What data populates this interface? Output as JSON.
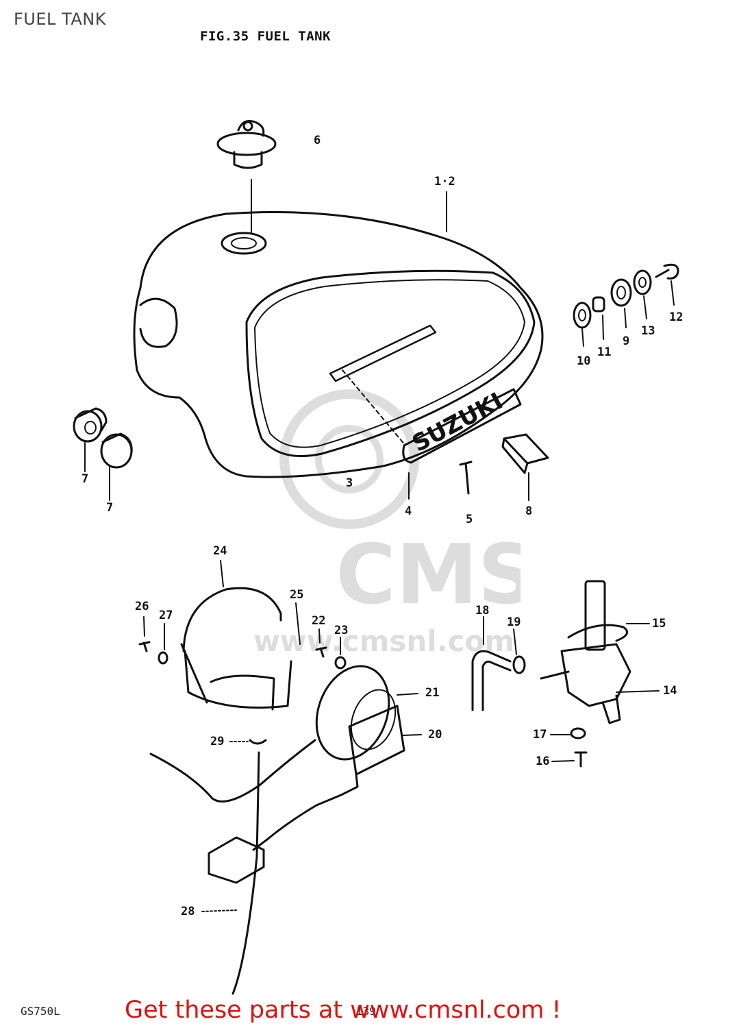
{
  "page": {
    "title": "FUEL TANK"
  },
  "figure": {
    "title": "FIG.35  FUEL TANK",
    "model": "GS750L",
    "page_number": "139",
    "logo_text": "SUZUKI"
  },
  "callouts": [
    {
      "id": "c6",
      "text": "6"
    },
    {
      "id": "c1-2",
      "text": "1·2"
    },
    {
      "id": "c12",
      "text": "12"
    },
    {
      "id": "c13",
      "text": "13"
    },
    {
      "id": "c9",
      "text": "9"
    },
    {
      "id": "c11",
      "text": "11"
    },
    {
      "id": "c10",
      "text": "10"
    },
    {
      "id": "c7a",
      "text": "7"
    },
    {
      "id": "c7b",
      "text": "7"
    },
    {
      "id": "c3",
      "text": "3"
    },
    {
      "id": "c4",
      "text": "4"
    },
    {
      "id": "c5",
      "text": "5"
    },
    {
      "id": "c8",
      "text": "8"
    },
    {
      "id": "c24",
      "text": "24"
    },
    {
      "id": "c26",
      "text": "26"
    },
    {
      "id": "c27",
      "text": "27"
    },
    {
      "id": "c25",
      "text": "25"
    },
    {
      "id": "c22",
      "text": "22"
    },
    {
      "id": "c23",
      "text": "23"
    },
    {
      "id": "c18",
      "text": "18"
    },
    {
      "id": "c19",
      "text": "19"
    },
    {
      "id": "c15",
      "text": "15"
    },
    {
      "id": "c14",
      "text": "14"
    },
    {
      "id": "c21",
      "text": "21"
    },
    {
      "id": "c20",
      "text": "20"
    },
    {
      "id": "c29",
      "text": "29"
    },
    {
      "id": "c17",
      "text": "17"
    },
    {
      "id": "c16",
      "text": "16"
    },
    {
      "id": "c28",
      "text": "28"
    }
  ],
  "watermark": {
    "text": "CMS",
    "url_text": "www.cmsnl.com"
  },
  "footer": {
    "link_text": "Get these parts at www.cmsnl.com !"
  }
}
